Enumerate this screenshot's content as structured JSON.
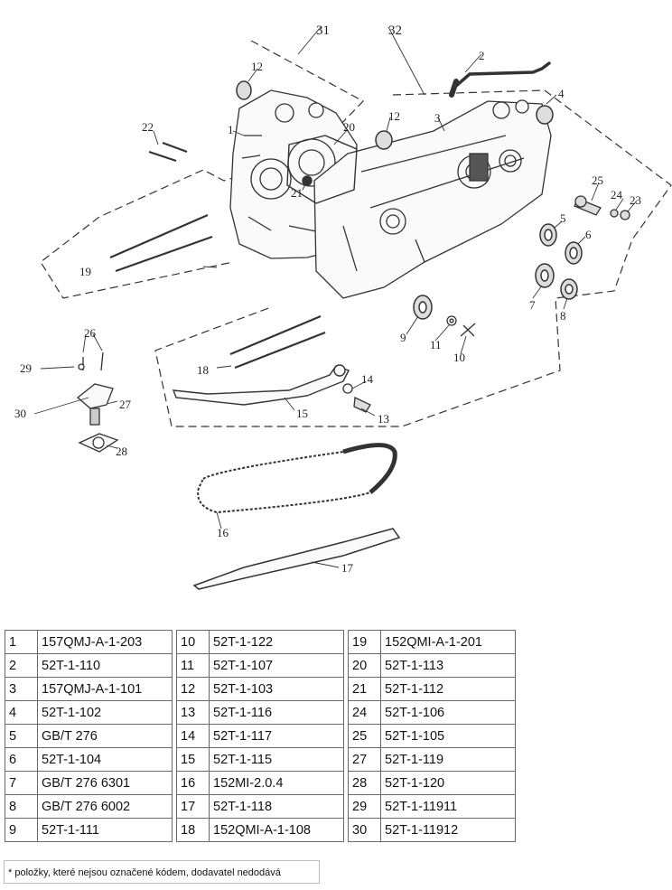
{
  "callouts": [
    "1",
    "2",
    "3",
    "4",
    "5",
    "6",
    "7",
    "8",
    "9",
    "10",
    "11",
    "12",
    "12",
    "13",
    "14",
    "15",
    "16",
    "17",
    "18",
    "19",
    "20",
    "21",
    "22",
    "23",
    "24",
    "25",
    "26",
    "27",
    "28",
    "29",
    "30",
    "31",
    "32"
  ],
  "parts": [
    {
      "no": "1",
      "code": "157QMJ-A-1-203"
    },
    {
      "no": "2",
      "code": "52T-1-110"
    },
    {
      "no": "3",
      "code": "157QMJ-A-1-101"
    },
    {
      "no": "4",
      "code": "52T-1-102"
    },
    {
      "no": "5",
      "code": "GB/T 276"
    },
    {
      "no": "6",
      "code": "52T-1-104"
    },
    {
      "no": "7",
      "code": "GB/T 276 6301"
    },
    {
      "no": "8",
      "code": "GB/T 276 6002"
    },
    {
      "no": "9",
      "code": "52T-1-111"
    },
    {
      "no": "10",
      "code": "52T-1-122"
    },
    {
      "no": "11",
      "code": "52T-1-107"
    },
    {
      "no": "12",
      "code": "52T-1-103"
    },
    {
      "no": "13",
      "code": "52T-1-116"
    },
    {
      "no": "14",
      "code": "52T-1-117"
    },
    {
      "no": "15",
      "code": "52T-1-115"
    },
    {
      "no": "16",
      "code": "152MI-2.0.4"
    },
    {
      "no": "17",
      "code": "52T-1-118"
    },
    {
      "no": "18",
      "code": "152QMI-A-1-108"
    },
    {
      "no": "19",
      "code": "152QMI-A-1-201"
    },
    {
      "no": "20",
      "code": "52T-1-113"
    },
    {
      "no": "21",
      "code": "52T-1-112"
    },
    {
      "no": "24",
      "code": "52T-1-106"
    },
    {
      "no": "25",
      "code": "52T-1-105"
    },
    {
      "no": "27",
      "code": "52T-1-119"
    },
    {
      "no": "28",
      "code": "52T-1-120"
    },
    {
      "no": "29",
      "code": "52T-1-11911"
    },
    {
      "no": "30",
      "code": "52T-1-11912"
    }
  ],
  "footnote": "* položky, které nejsou označené kódem, dodavatel nedodává"
}
